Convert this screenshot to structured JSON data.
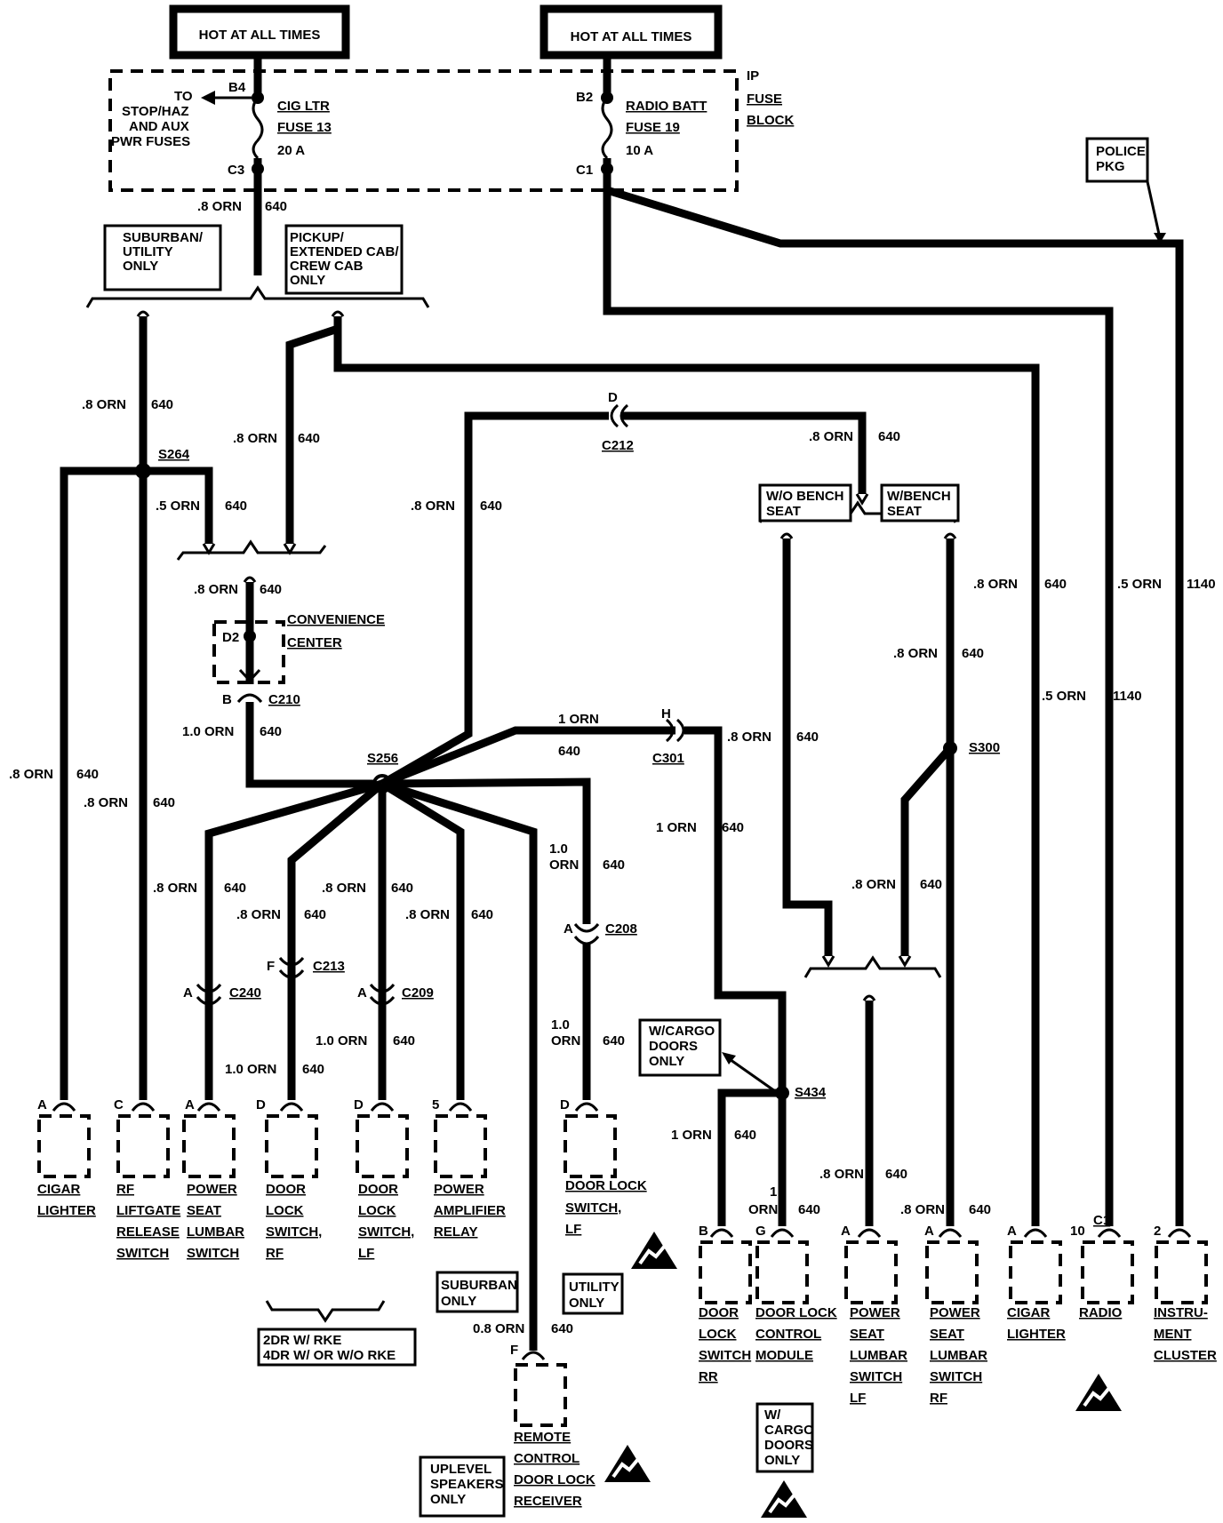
{
  "hot": [
    "HOT AT ALL TIMES",
    "HOT AT ALL TIMES"
  ],
  "fuse_block": {
    "label": [
      "IP",
      "FUSE",
      "BLOCK"
    ],
    "left_pins": {
      "top": "B4",
      "bottom": "C3"
    },
    "right_pins": {
      "top": "B2",
      "bottom": "C1"
    },
    "fuse13": [
      "CIG LTR",
      "FUSE 13",
      "20 A"
    ],
    "fuse19": [
      "RADIO BATT",
      "FUSE 19",
      "10 A"
    ],
    "to_text": [
      "TO",
      "STOP/HAZ",
      "AND AUX",
      "PWR FUSES"
    ]
  },
  "notes": {
    "suburban_utility_only": [
      "SUBURBAN/",
      "UTILITY",
      "ONLY"
    ],
    "pickup": [
      "PICKUP/",
      "EXTENDED CAB/",
      "CREW CAB",
      "ONLY"
    ],
    "police": [
      "POLICE",
      "PKG"
    ],
    "wo_bench": [
      "W/O BENCH",
      "SEAT"
    ],
    "w_bench": [
      "W/BENCH",
      "SEAT"
    ],
    "cargo": [
      "W/CARGO",
      "DOORS",
      "ONLY"
    ],
    "suburban_only": [
      "SUBURBAN",
      "ONLY"
    ],
    "utility_only": [
      "UTILITY",
      "ONLY"
    ],
    "rke": [
      "2DR W/ RKE",
      "4DR W/ OR W/O RKE"
    ],
    "uplevel": [
      "UPLEVEL",
      "SPEAKERS",
      "ONLY"
    ],
    "cargo2": [
      "W/",
      "CARGO",
      "DOORS",
      "ONLY"
    ]
  },
  "splices": [
    "S264",
    "S256",
    "S300",
    "S434"
  ],
  "connectors": {
    "c212": "C212",
    "c212_pin": "D",
    "c210": "C210",
    "c210_pin": "B",
    "c301": "C301",
    "c301_pin": "H",
    "c208": "C208",
    "c208_pin": "A",
    "c240": "C240",
    "c240_pin": "A",
    "c213": "C213",
    "c213_pin": "F",
    "c209": "C209",
    "c209_pin": "A",
    "c1": "C1"
  },
  "convenience": {
    "label": [
      "CONVENIENCE",
      "CENTER"
    ],
    "pin": "D2"
  },
  "wire_labels": {
    "w08": ".8 ORN",
    "w05": ".5 ORN",
    "w10": "1.0 ORN",
    "w1": "1 ORN",
    "w080": "0.8 ORN",
    "c640": "640",
    "c1140": "1140",
    "w10a": "1.0",
    "worn": "ORN",
    "w1b": "1",
    "w10b": "1.0 ORN",
    "w10c": "1.0 ORN"
  },
  "components": [
    {
      "pin": "A",
      "name": [
        "CIGAR",
        "LIGHTER"
      ]
    },
    {
      "pin": "C",
      "name": [
        "RF",
        "LIFTGATE",
        "RELEASE",
        "SWITCH"
      ]
    },
    {
      "pin": "A",
      "name": [
        "POWER",
        "SEAT",
        "LUMBAR",
        "SWITCH"
      ]
    },
    {
      "pin": "D",
      "name": [
        "DOOR",
        "LOCK",
        "SWITCH,",
        "RF"
      ]
    },
    {
      "pin": "D",
      "name": [
        "DOOR",
        "LOCK",
        "SWITCH,",
        "LF"
      ]
    },
    {
      "pin": "5",
      "name": [
        "POWER",
        "AMPLIFIER",
        "RELAY"
      ]
    },
    {
      "pin": "D",
      "name": [
        "DOOR LOCK",
        "SWITCH,",
        "LF"
      ]
    },
    {
      "pin": "F",
      "name": [
        "REMOTE",
        "CONTROL",
        "DOOR LOCK",
        "RECEIVER"
      ]
    },
    {
      "pin": "B",
      "name": [
        "DOOR",
        "LOCK",
        "SWITCH",
        "RR"
      ]
    },
    {
      "pin": "G",
      "name": [
        "DOOR LOCK",
        "CONTROL",
        "MODULE"
      ]
    },
    {
      "pin": "A",
      "name": [
        "POWER",
        "SEAT",
        "LUMBAR",
        "SWITCH",
        "LF"
      ]
    },
    {
      "pin": "A",
      "name": [
        "POWER",
        "SEAT",
        "LUMBAR",
        "SWITCH",
        "RF"
      ]
    },
    {
      "pin": "A",
      "name": [
        "CIGAR",
        "LIGHTER"
      ]
    },
    {
      "pin": "10",
      "name": [
        "RADIO"
      ]
    },
    {
      "pin": "2",
      "name": [
        "INSTRU-",
        "MENT",
        "CLUSTER"
      ]
    }
  ]
}
